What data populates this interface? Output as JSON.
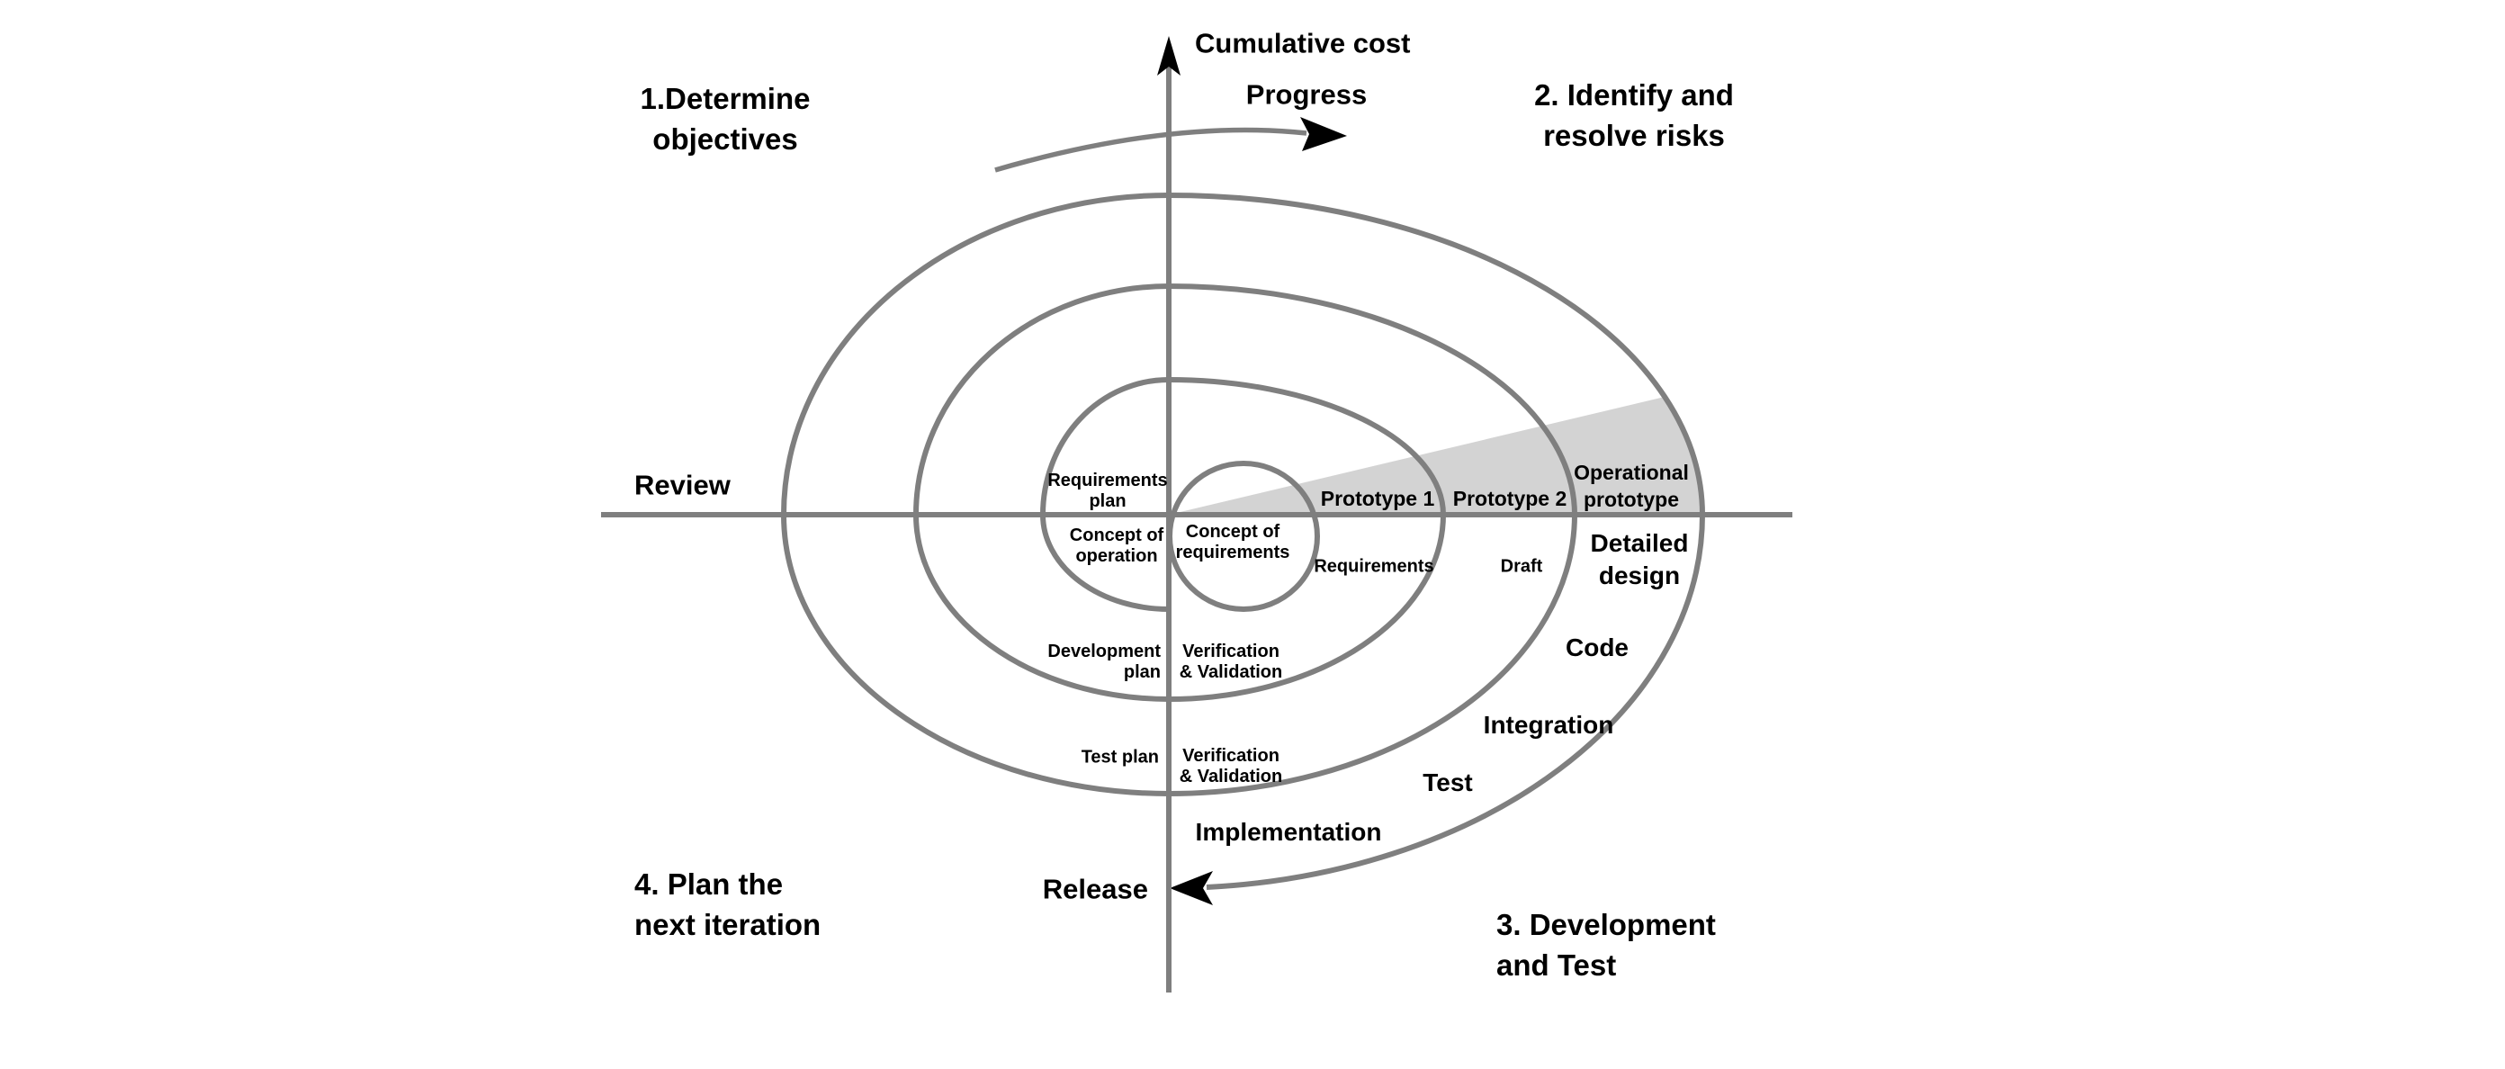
{
  "diagram": {
    "axis": {
      "cumulative_cost": "Cumulative cost",
      "progress": "Progress",
      "review": "Review",
      "release": "Release"
    },
    "quadrants": {
      "q1": {
        "line1": "1.Determine",
        "line2": "objectives"
      },
      "q2": {
        "line1": "2. Identify and",
        "line2": "resolve risks"
      },
      "q3": {
        "line1": "3. Development",
        "line2": "and Test"
      },
      "q4": {
        "line1": "4. Plan the",
        "line2": "next iteration"
      }
    },
    "rings": {
      "requirements_plan": {
        "line1": "Requirements",
        "line2": "plan"
      },
      "concept_of_operation": {
        "line1": "Concept of",
        "line2": "operation"
      },
      "concept_of_requirements": {
        "line1": "Concept of",
        "line2": "requirements"
      },
      "prototype1": "Prototype 1",
      "prototype2": "Prototype 2",
      "operational_prototype": {
        "line1": "Operational",
        "line2": "prototype"
      },
      "requirements": "Requirements",
      "draft": "Draft",
      "detailed_design": {
        "line1": "Detailed",
        "line2": "design"
      },
      "code": "Code",
      "integration": "Integration",
      "test": "Test",
      "implementation": "Implementation",
      "development_plan": {
        "line1": "Development",
        "line2": "plan"
      },
      "verification_validation_1": {
        "line1": "Verification",
        "line2": "& Validation"
      },
      "test_plan": "Test plan",
      "verification_validation_2": {
        "line1": "Verification",
        "line2": "& Validation"
      }
    },
    "icons": {
      "axis_arrow": "arrow-up-icon",
      "progress_arrow": "arrow-right-icon",
      "release_arrow": "arrow-left-icon"
    },
    "colors": {
      "line": "#7f7f7f",
      "wedge": "#d3d3d3",
      "text": "#000000",
      "arrowhead": "#000000"
    }
  }
}
